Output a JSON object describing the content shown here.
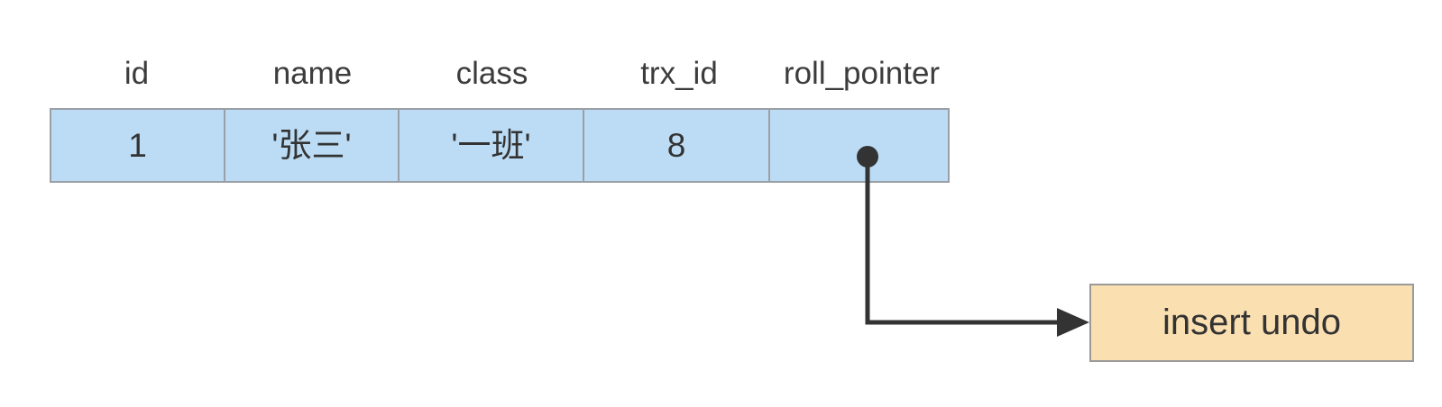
{
  "diagram": {
    "type": "database-record-undo-pointer",
    "background_color": "#ffffff",
    "table": {
      "name": "row-record",
      "fill_color": "#bcdcf5",
      "border_color": "#9aa0a6",
      "columns": [
        {
          "header": "id",
          "value": "1"
        },
        {
          "header": "name",
          "value": "'张三'"
        },
        {
          "header": "class",
          "value": "'一班'"
        },
        {
          "header": "trx_id",
          "value": "8"
        },
        {
          "header": "roll_pointer",
          "value": ""
        }
      ]
    },
    "undo_box": {
      "label": "insert undo",
      "fill_color": "#fadfb0",
      "border_color": "#9a9a9a"
    },
    "connector": {
      "name": "roll-pointer-to-insert-undo",
      "source_marker": "filled-dot",
      "target_marker": "arrowhead",
      "line_color": "#333333",
      "path": "from roll_pointer cell down, then right into insert undo box"
    }
  }
}
